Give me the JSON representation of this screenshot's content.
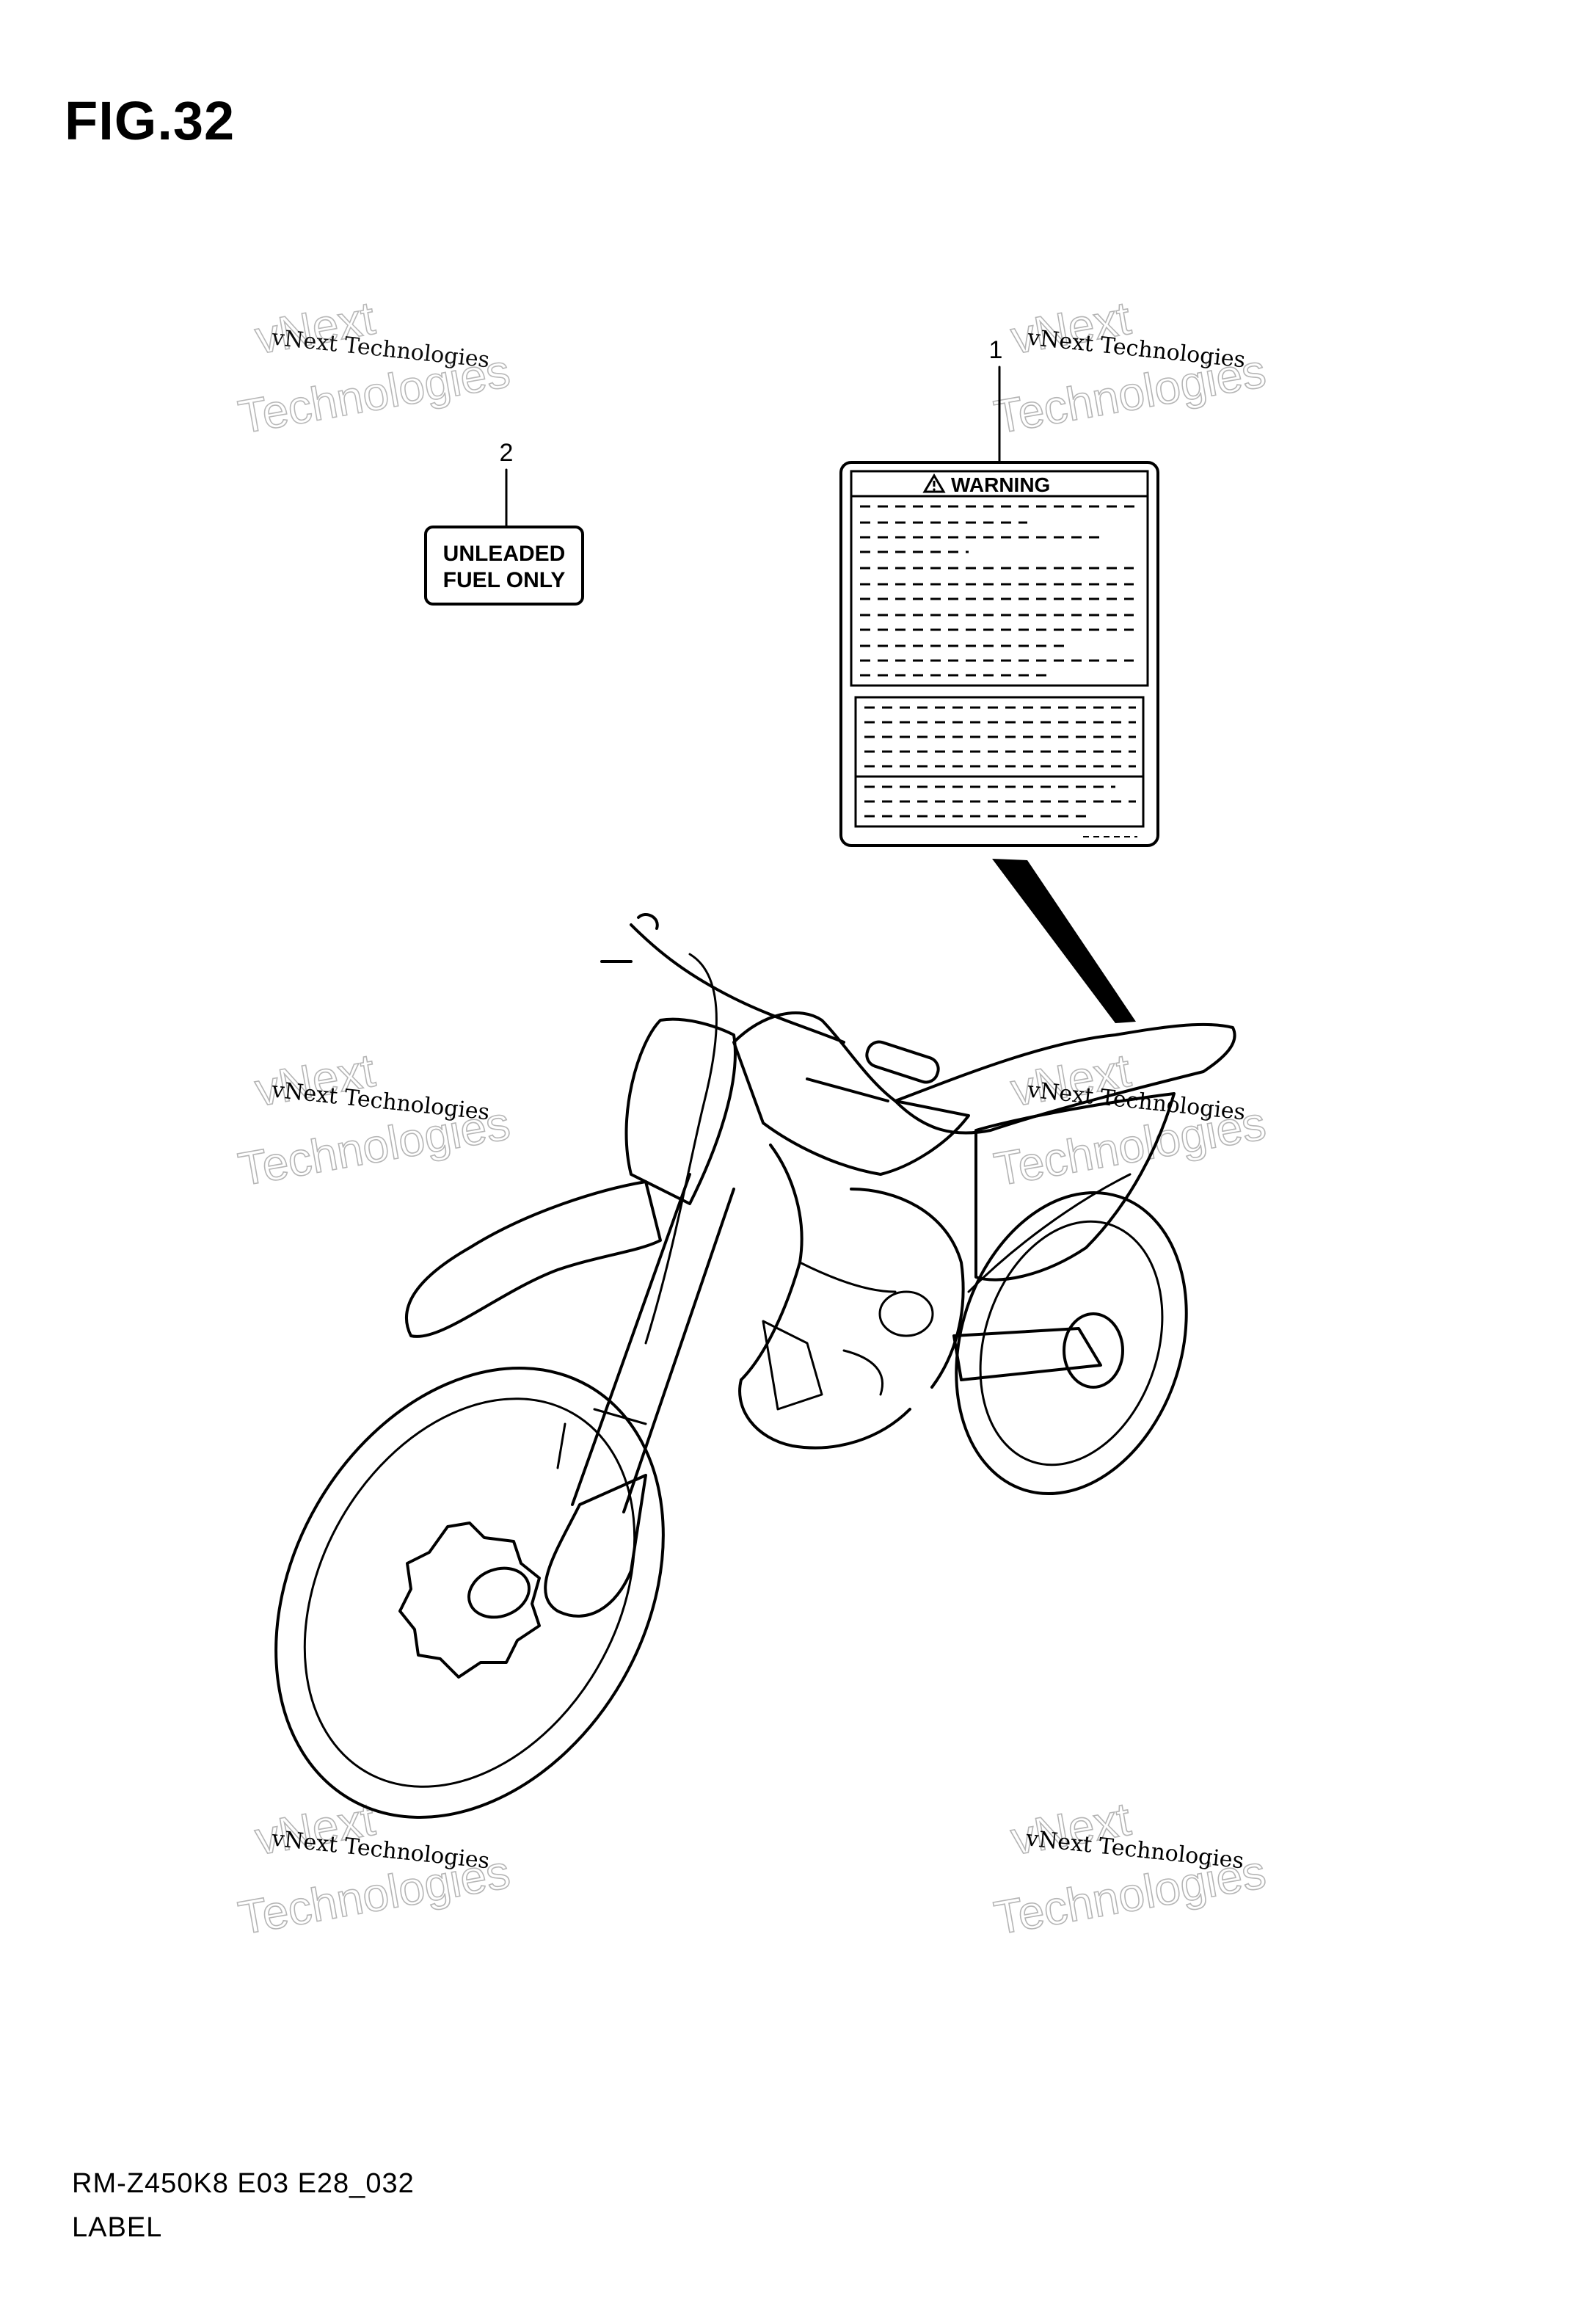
{
  "figure": {
    "title": "FIG.32"
  },
  "callouts": [
    {
      "number": "1",
      "part": "warning-label"
    },
    {
      "number": "2",
      "part": "unleaded-fuel-label"
    }
  ],
  "warning_label": {
    "heading": "WARNING",
    "icon": "warning-triangle-icon"
  },
  "fuel_label": {
    "line1": "UNLEADED",
    "line2": "FUEL ONLY"
  },
  "watermark": {
    "line_small": "vNext Technologies",
    "line_large": "Technologies",
    "line_top": "vNext"
  },
  "footer": {
    "code": "RM-Z450K8 E03 E28_032",
    "section": "LABEL"
  }
}
